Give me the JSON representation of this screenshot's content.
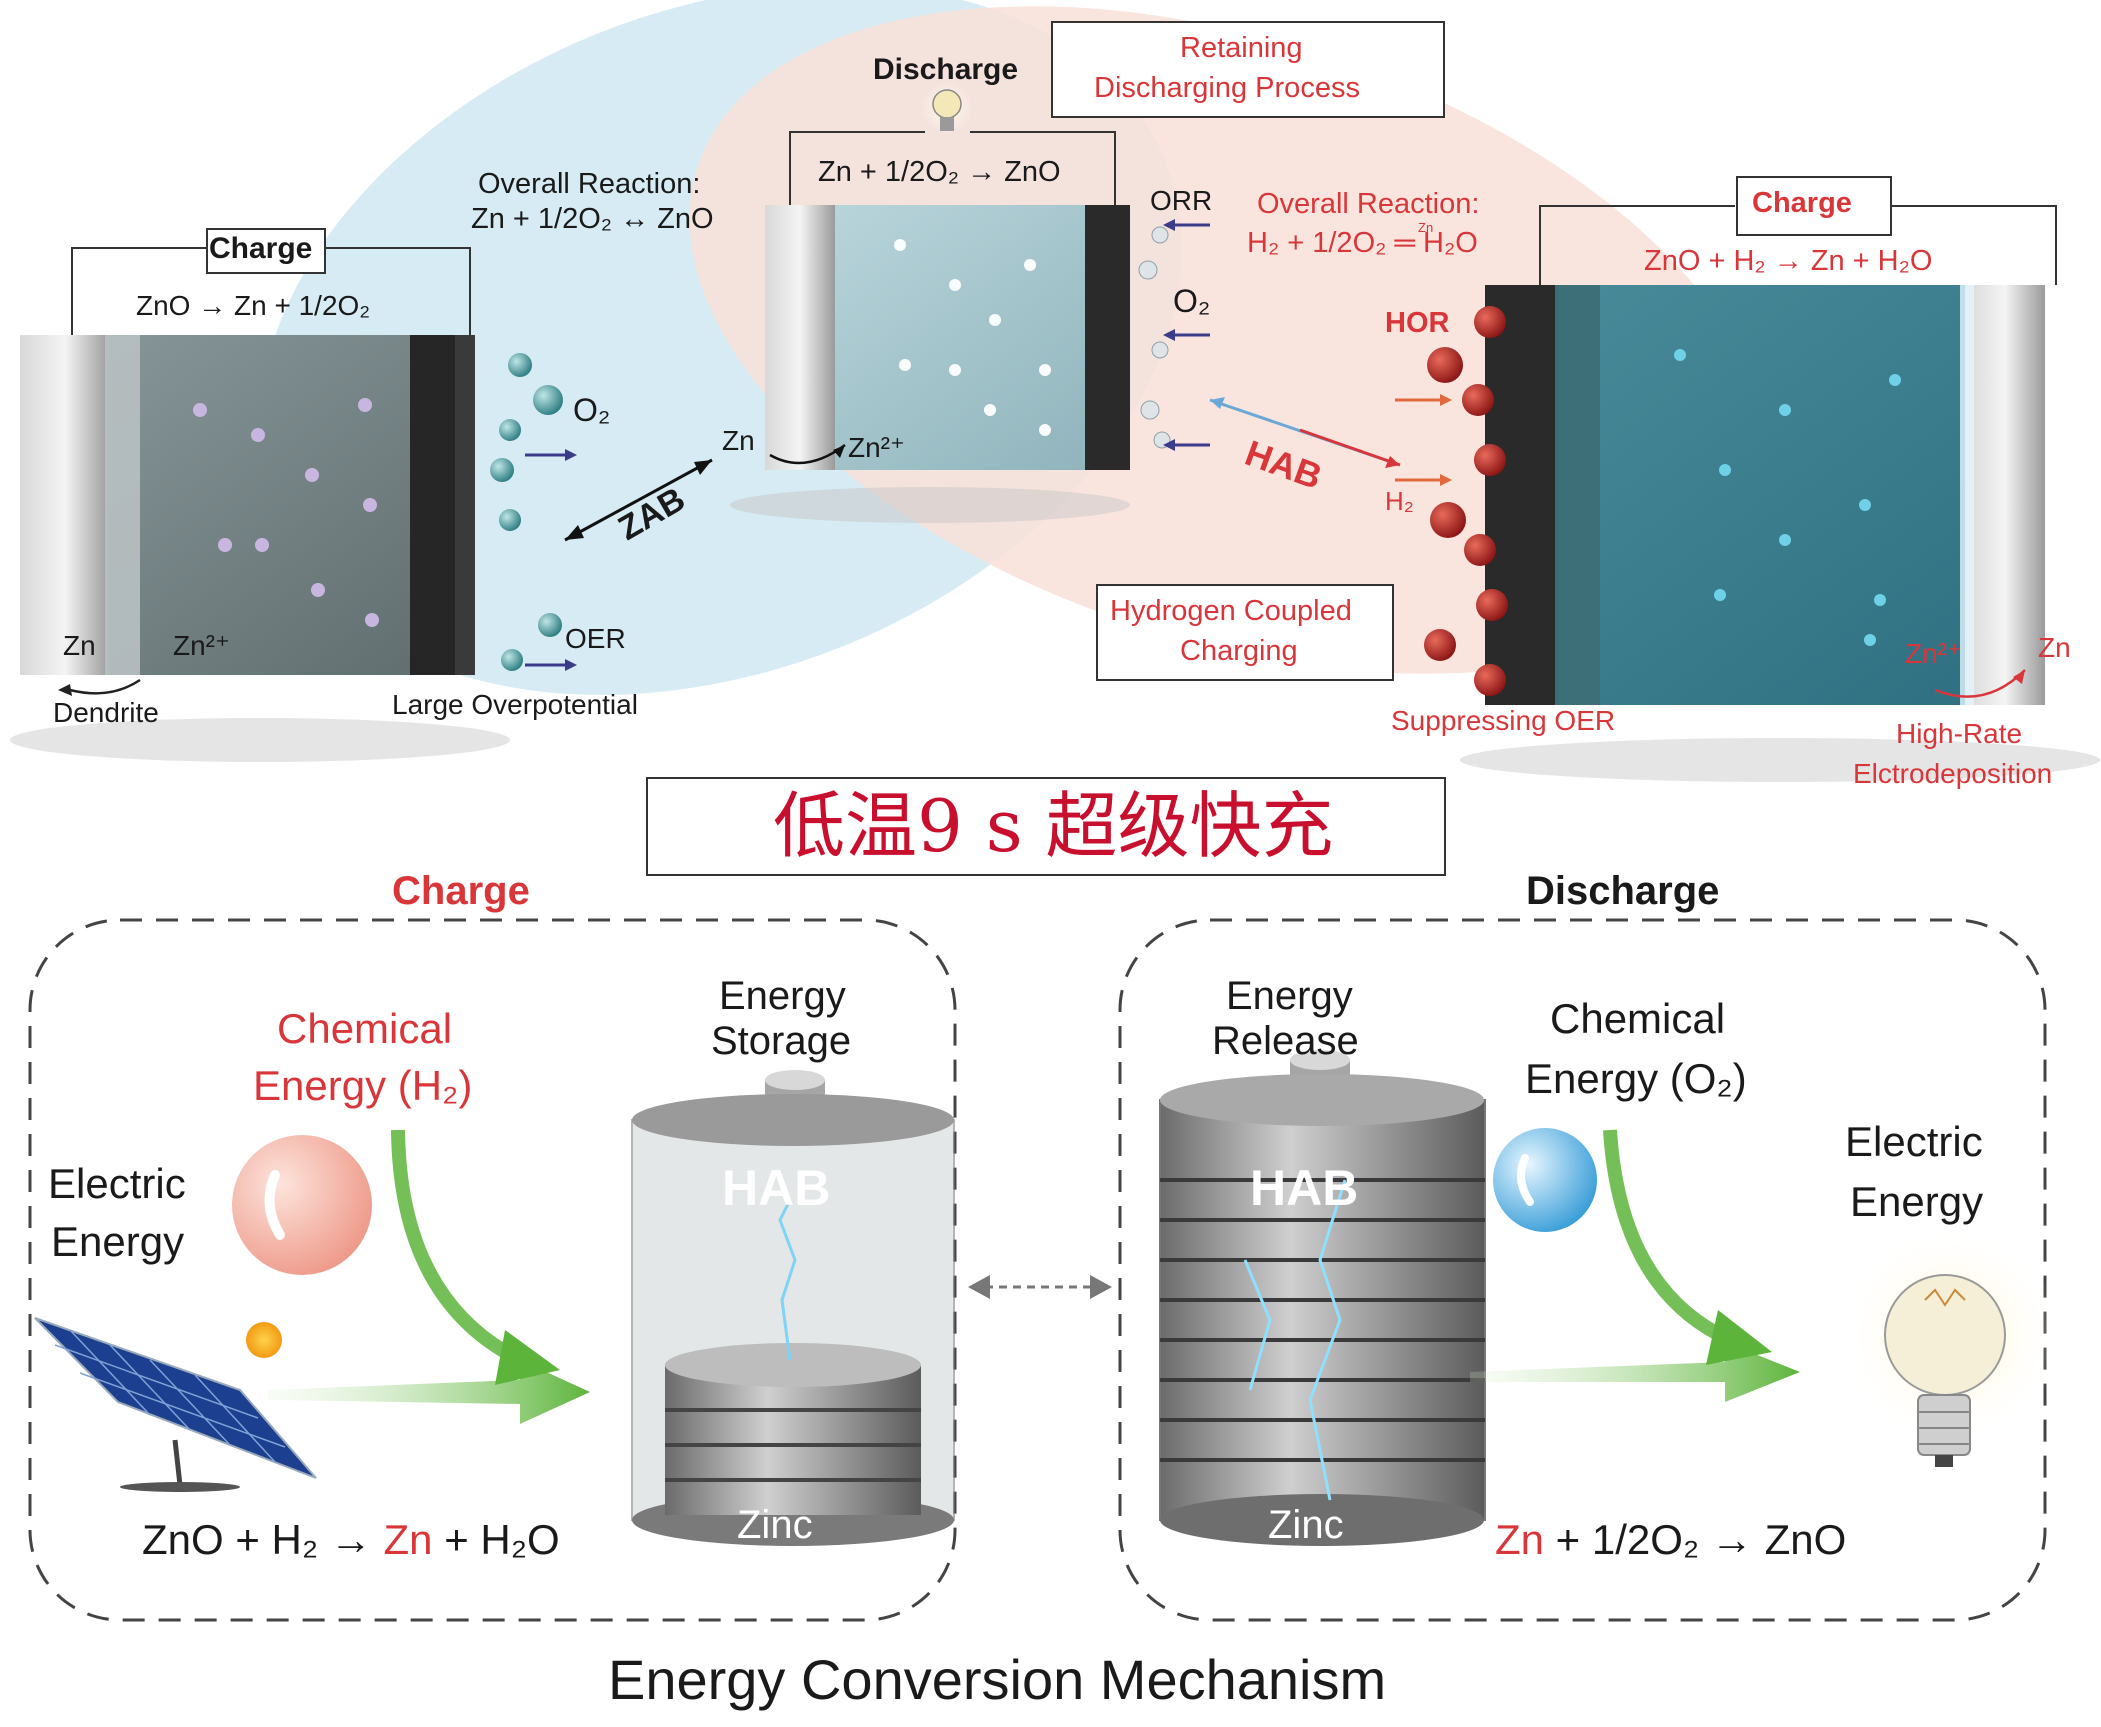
{
  "top": {
    "zab": {
      "charge_label": "Charge",
      "charge_eq": "ZnO → Zn + 1/2O₂",
      "o2": "O₂",
      "oer": "OER",
      "zn": "Zn",
      "zn2": "Zn²⁺",
      "dendrite": "Dendrite",
      "large_overpotential": "Large Overpotential",
      "overall_title": "Overall Reaction:",
      "overall_eq": "Zn + 1/2O₂ ↔ ZnO",
      "zab_label": "ZAB"
    },
    "discharge": {
      "label": "Discharge",
      "eq": "Zn +  1/2O₂ → ZnO",
      "retaining_line1": "Retaining",
      "retaining_line2": "Discharging Process",
      "orr": "ORR",
      "o2": "O₂",
      "zn": "Zn",
      "zn2": "Zn²⁺"
    },
    "hab": {
      "overall_title": "Overall Reaction:",
      "overall_eq": "H₂ + 1/2O₂ ═ H₂O",
      "overall_catalyst": "Zn",
      "charge_label": "Charge",
      "charge_eq": "ZnO + H₂ → Zn + H₂O",
      "hor": "HOR",
      "h2": "H₂",
      "hab_label": "HAB",
      "hydrogen_line1": "Hydrogen Coupled",
      "hydrogen_line2": "Charging",
      "suppressing": "Suppressing OER",
      "zn2": "Zn²⁺",
      "zn": "Zn",
      "highrate_line1": "High-Rate",
      "highrate_line2": "Elctrodeposition"
    }
  },
  "banner": "低温9 s 超级快充",
  "bottom": {
    "charge_title": "Charge",
    "discharge_title": "Discharge",
    "chem_h2_line1": "Chemical",
    "chem_h2_line2": "Energy (H₂)",
    "electric_line1": "Electric",
    "electric_line2": "Energy",
    "storage_line1": "Energy",
    "storage_line2": "Storage",
    "release_line1": "Energy",
    "release_line2": "Release",
    "chem_o2_line1": "Chemical",
    "chem_o2_line2": "Energy (O₂)",
    "electric2_line1": "Electric",
    "electric2_line2": "Energy",
    "hab_left": "HAB",
    "hab_right": "HAB",
    "zinc_left": "Zinc",
    "zinc_right": "Zinc",
    "eq_charge_a": "ZnO + H₂ → ",
    "eq_charge_zn": "Zn",
    "eq_charge_b": " + H₂O",
    "eq_dis_zn": "Zn",
    "eq_dis_b": " + 1/2O₂ → ZnO",
    "mechanism": "Energy Conversion Mechanism"
  },
  "colors": {
    "accent_red": "#d9363a",
    "text_dark": "#1a1a1a",
    "zab_blue": "#cfe8f1",
    "hab_pink": "#f9e0d8",
    "arrow_green": "#5cb43a"
  },
  "icons": [
    "lightbulb-icon",
    "solar-panel-icon",
    "sun-icon",
    "h2-bubble-icon",
    "o2-bubble-icon",
    "battery-icon",
    "double-arrow-icon"
  ]
}
